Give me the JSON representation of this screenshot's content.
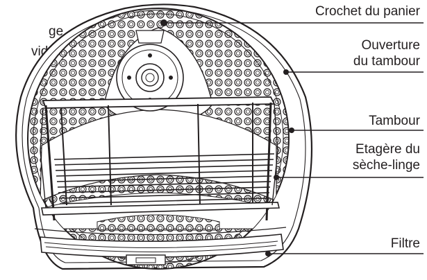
{
  "fragments": {
    "line1": "ge.",
    "line2": "vide."
  },
  "callouts": {
    "basket_hook": "Crochet du panier",
    "drum_opening_line1": "Ouverture",
    "drum_opening_line2": "du tambour",
    "drum": "Tambour",
    "dryer_shelf_line1": "Etagère du",
    "dryer_shelf_line2": "sèche-linge",
    "filter": "Filtre"
  }
}
